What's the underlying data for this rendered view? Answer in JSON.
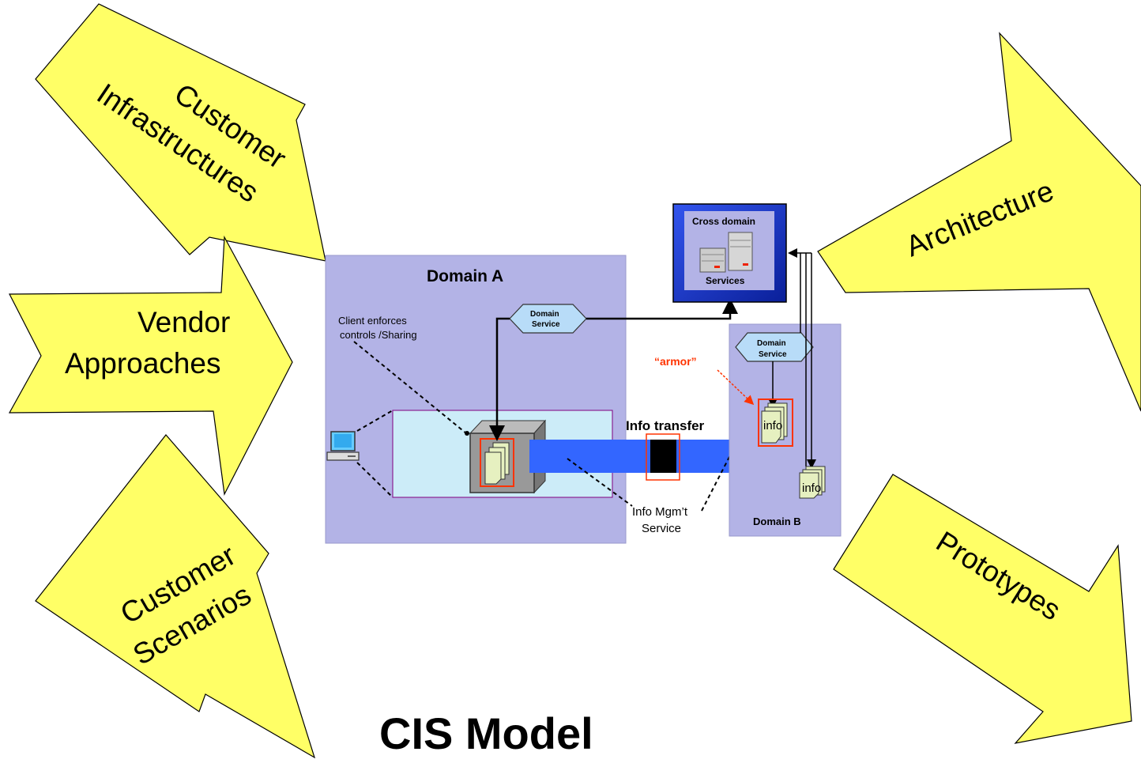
{
  "arrows": {
    "customer_infrastructures": "Customer Infrastructures",
    "customer_infrastructures_line1": "Customer",
    "customer_infrastructures_line2": "Infrastructures",
    "vendor_approaches_line1": "Vendor",
    "vendor_approaches_line2": "Approaches",
    "customer_scenarios_line1": "Customer",
    "customer_scenarios_line2": "Scenarios",
    "architecture": "Architecture",
    "prototypes": "Prototypes"
  },
  "diagram": {
    "domain_a": "Domain A",
    "domain_b": "Domain B",
    "domain_service_line1": "Domain",
    "domain_service_line2": "Service",
    "cross_domain": "Cross domain",
    "services": "Services",
    "client_note_line1": "Client enforces",
    "client_note_line2": "controls /Sharing",
    "info_transfer": "Info transfer",
    "armor": "“armor”",
    "info_label": "info",
    "info_mgmt_line1": "Info Mgm’t",
    "info_mgmt_line2": "Service"
  },
  "title": "CIS Model",
  "colors": {
    "arrow_fill": "#ffff66",
    "domain_fill": "#b3b3e6",
    "inner_fill": "#ccecf8",
    "transfer_bar": "#3366ff",
    "cross_domain_fill": "#1a33cc",
    "armor_text": "#ff3300",
    "doc_fill": "#e6f0c0"
  }
}
